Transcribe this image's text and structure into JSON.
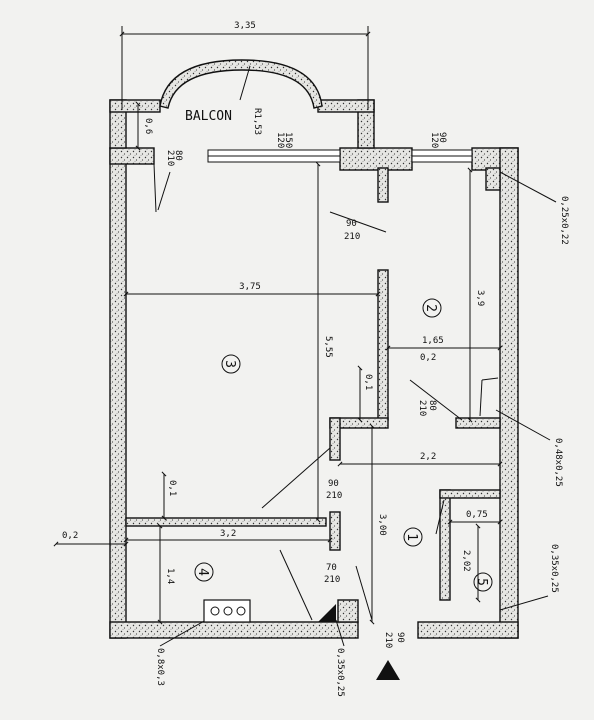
{
  "title_balcony": "BALCON",
  "radius_label": "R1,53",
  "rooms": [
    "1",
    "2",
    "3",
    "4",
    "5"
  ],
  "dims": {
    "top_width": "3,35",
    "balcony_depth": "0,6",
    "room3_width": "3,75",
    "room3_height": "5,55",
    "room2_height": "3,9",
    "room2_width": "1,65",
    "wall_02a": "0,2",
    "wall_01a": "0,1",
    "hall_width": "2,2",
    "wall_01b": "0,1",
    "room4_width": "3,2",
    "wall_02b": "0,2",
    "room4_height": "1,4",
    "hall_height": "3,00",
    "room5_width": "0,75",
    "room5_height": "2,02"
  },
  "openings": {
    "d_80_210_a": [
      "80",
      "210"
    ],
    "w_120_150": [
      "120",
      "150"
    ],
    "w_120_90": [
      "120",
      "90"
    ],
    "d_90_210_room2": [
      "90",
      "210"
    ],
    "d_80_210_hall": [
      "80",
      "210"
    ],
    "d_90_210_room3": [
      "90",
      "210"
    ],
    "d_70_210": [
      "70",
      "210"
    ],
    "d_90_210_entry": [
      "90",
      "210"
    ]
  },
  "sections": {
    "s1": "0,25x0,22",
    "s2": "0,48x0,25",
    "s3": "0,35x0,25",
    "s4": "0,8x0,3",
    "s5": "0,35x0,25"
  },
  "icons": [
    "entry-arrow-icon",
    "stove-icon"
  ]
}
